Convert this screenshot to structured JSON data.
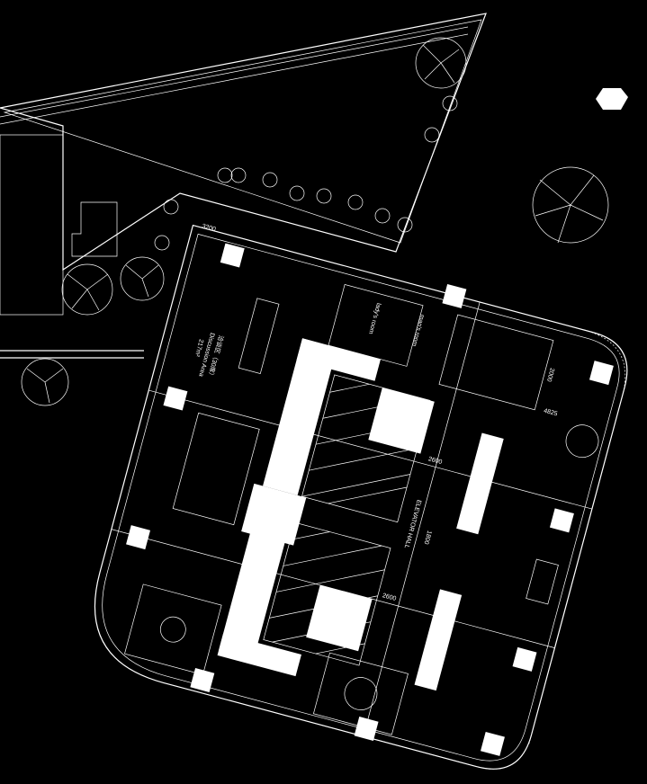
{
  "plan": {
    "discussion_area": {
      "cn": "洽谈区（30席）",
      "en": "Discussion Area",
      "area": "217m²"
    },
    "lady_room": "lady's room",
    "man_room": "man's room",
    "elevator_hall": "ELEVATOR HALL",
    "dimensions": [
      "2600",
      "1800",
      "4825",
      "2000",
      "3200",
      "2600"
    ],
    "colors": {
      "background": "#000000",
      "lines": "#ffffff"
    }
  }
}
